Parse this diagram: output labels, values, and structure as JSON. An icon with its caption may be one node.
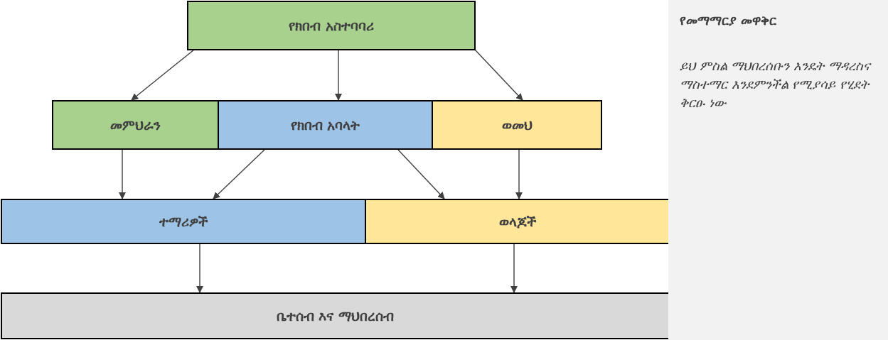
{
  "diagram": {
    "nodes": [
      {
        "text": [
          "የክበብ አስተባባሪ"
        ]
      },
      {
        "text": [
          "መምህራን"
        ]
      },
      {
        "text": [
          "የክበብ አባላት"
        ]
      },
      {
        "text": [
          "ወመህ"
        ]
      },
      {
        "text": [
          "ተማሪዎች"
        ]
      },
      {
        "text": [
          "ወላጆች"
        ]
      },
      {
        "text": [
          "ቤተሰብ እና ማህበረሰብ"
        ]
      },
      {
        "text": [
          "የመማማርያ መዋቅር",
          "ይህ ምስል ማህበረሰቡን እንዴት ማዳረስና ማስተማር እንደምንችል የሚያሳይ የሂደት ቅርፁ ነው"
        ]
      }
    ],
    "edges": [
      {
        "from": 0,
        "to": 1,
        "arrow": "to"
      },
      {
        "from": 0,
        "to": 2,
        "arrow": "to"
      },
      {
        "from": 0,
        "to": 3,
        "arrow": "to"
      },
      {
        "from": 1,
        "to": 4,
        "arrow": "to"
      },
      {
        "from": 2,
        "to": 4,
        "arrow": "to"
      },
      {
        "from": 2,
        "to": 5,
        "arrow": "to"
      },
      {
        "from": 3,
        "to": 5,
        "arrow": "to"
      },
      {
        "from": 4,
        "to": 6,
        "arrow": "to"
      },
      {
        "from": 5,
        "to": 6,
        "arrow": "to"
      }
    ]
  }
}
